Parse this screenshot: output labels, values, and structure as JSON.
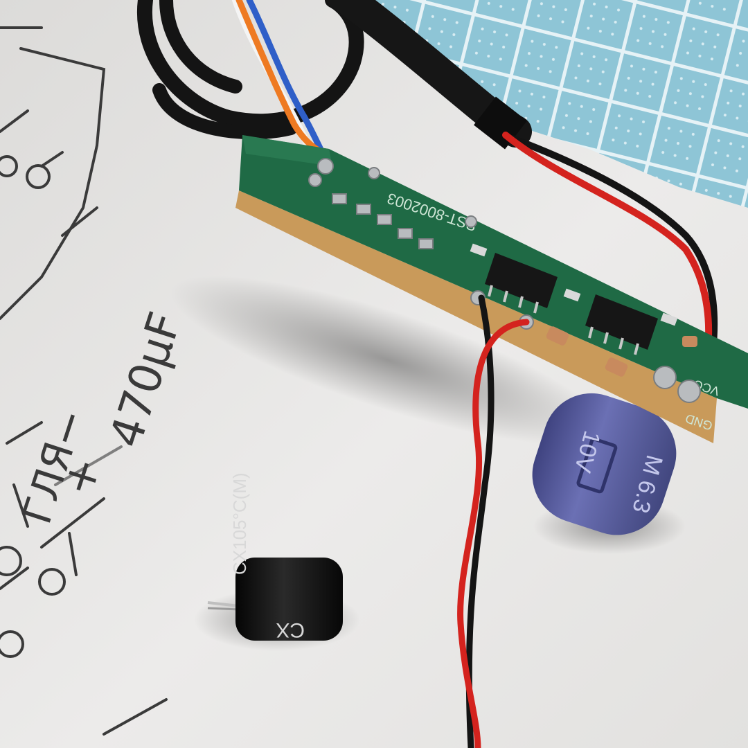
{
  "photo": {
    "pcb": {
      "silkscreen_code": "SST-8002003",
      "pad_labels": [
        "GND",
        "VCC"
      ]
    },
    "large_capacitor": {
      "marking_voltage": "10V",
      "marking_value": "M 6.3"
    },
    "small_capacitor": {
      "marking_series": "CX105°C(M)",
      "marking_brand": "CX"
    },
    "sketch_notes": {
      "capacitance": "470μF",
      "plus_sign": "+",
      "minus_sign": "−",
      "handwritten_word": "ГЛЯ"
    }
  },
  "colors": {
    "paper": "#e8e7e5",
    "cutting_mat": "#8ec5d6",
    "pcb_green": "#1f6a45",
    "pcb_edge": "#c99a5a",
    "cable_black": "#141414",
    "wire_red": "#d4231e",
    "wire_orange": "#ee7a22",
    "wire_blue": "#2f5fc8",
    "capacitor_purple": "#5d63a6",
    "capacitor_black": "#111111"
  }
}
